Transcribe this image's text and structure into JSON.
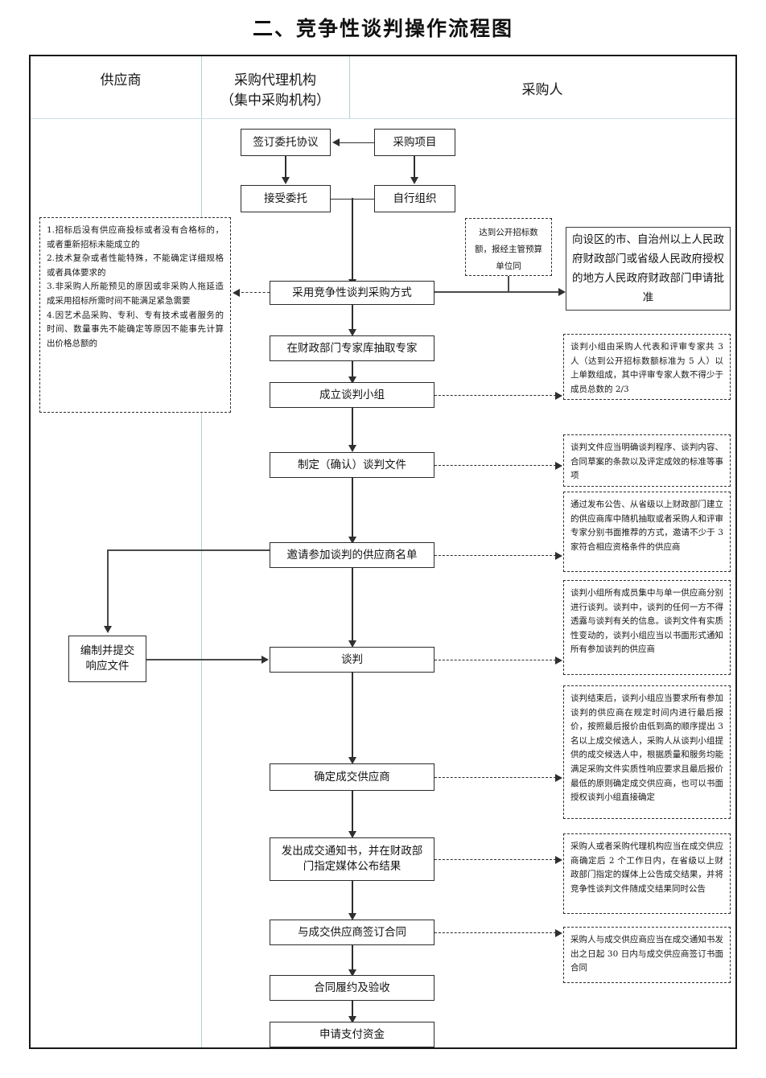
{
  "title": "二、竞争性谈判操作流程图",
  "columns": [
    {
      "label": "供应商"
    },
    {
      "label_line1": "采购代理机构",
      "label_line2": "（集中采购机构）"
    },
    {
      "label": "采购人"
    }
  ],
  "boxes": {
    "sign_entrust": "签订委托协议",
    "purchase_project": "采购项目",
    "accept_entrust": "接受委托",
    "self_organize": "自行组织",
    "apply_approval": "向设区的市、自治州以上人民政府财政部门或省级人民政府授权的地方人民政府财政部门申请批准",
    "adopt_method": "采用竞争性谈判采购方式",
    "draw_experts": "在财政部门专家库抽取专家",
    "form_group": "成立谈判小组",
    "make_docs": "制定（确认）谈判文件",
    "invite_list": "邀请参加谈判的供应商名单",
    "prepare_response_l1": "编制并提交",
    "prepare_response_l2": "响应文件",
    "negotiate": "谈判",
    "determine_supplier": "确定成交供应商",
    "notice_publish_l1": "发出成交通知书，并在财政部",
    "notice_publish_l2": "门指定媒体公布结果",
    "sign_contract": "与成交供应商签订合同",
    "perform_accept": "合同履约及验收",
    "apply_payment": "申请支付资金"
  },
  "notes": {
    "conditions": [
      "1.招标后没有供应商投标或者没有合格标的，或者重新招标未能成立的",
      "2.技术复杂或者性能特殊，不能确定详细规格或者具体要求的",
      "3.非采购人所能预见的原因或非采购人拖延造成采用招标所需时间不能满足紧急需要",
      "4.因艺术品采购、专利、专有技术或者服务的时间、数量事先不能确定等原因不能事先计算出价格总额的"
    ],
    "open_tender_amount": "达到公开招标数额，报经主管预算单位同",
    "group_composition": "谈判小组由采购人代表和评审专家共 3 人（达到公开招标数额标准为 5 人）以上单数组成，其中评审专家人数不得少于成员总数的 2/3",
    "doc_content": "谈判文件应当明确谈判程序、谈判内容、合同草案的条款以及评定成效的标准等事项",
    "invite_method": "通过发布公告、从省级以上财政部门建立的供应商库中随机抽取或者采购人和评审专家分别书面推荐的方式，邀请不少于 3 家符合相应资格条件的供应商",
    "negotiation_rule": "谈判小组所有成员集中与单一供应商分别进行谈判。谈判中，谈判的任何一方不得透露与谈判有关的信息。谈判文件有实质性变动的，谈判小组应当以书面形式通知所有参加谈判的供应商",
    "final_quote": "谈判结束后，谈判小组应当要求所有参加谈判的供应商在规定时间内进行最后报价，按照最后报价由低到高的顺序提出 3 名以上成交候选人，采购人从谈判小组提供的成交候选人中，根据质量和服务均能满足采购文件实质性响应要求且最后报价最低的原则确定成交供应商，也可以书面授权谈判小组直接确定",
    "publish_result": "采购人或者采购代理机构应当在成交供应商确定后 2 个工作日内，在省级以上财政部门指定的媒体上公告成交结果，并将竞争性谈判文件随成交结果同时公告",
    "contract_30days": "采购人与成交供应商应当在成交通知书发出之日起 30 日内与成交供应商签订书面合同"
  }
}
